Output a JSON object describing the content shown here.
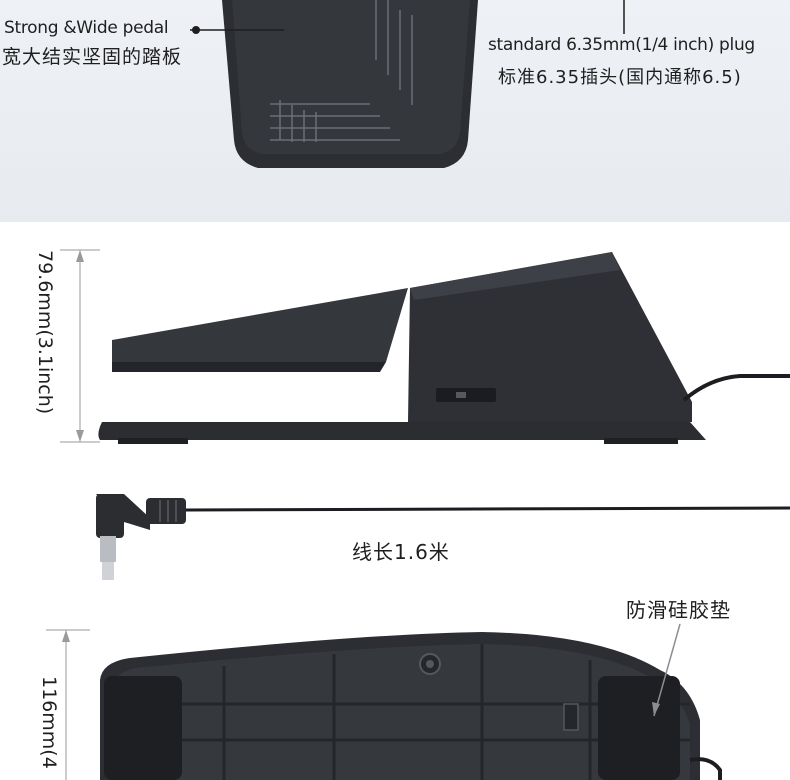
{
  "callouts": {
    "pedal_en": "Strong &Wide pedal",
    "pedal_cn": "宽大结实坚固的踏板",
    "plug_en": "standard 6.35mm(1/4 inch) plug",
    "plug_cn": "标准6.35插头(国内通称6.5)",
    "anti_slip_cn": "防滑硅胶垫"
  },
  "dimensions": {
    "height_label": "79.6mm(3.1inch)",
    "width_label": "116mm(4"
  },
  "cable": {
    "length_cn": "线长1.6米"
  },
  "colors": {
    "pedal_body": "#2b2d31",
    "pedal_top": "#3a3d42",
    "background_top": "#eef1f5"
  }
}
